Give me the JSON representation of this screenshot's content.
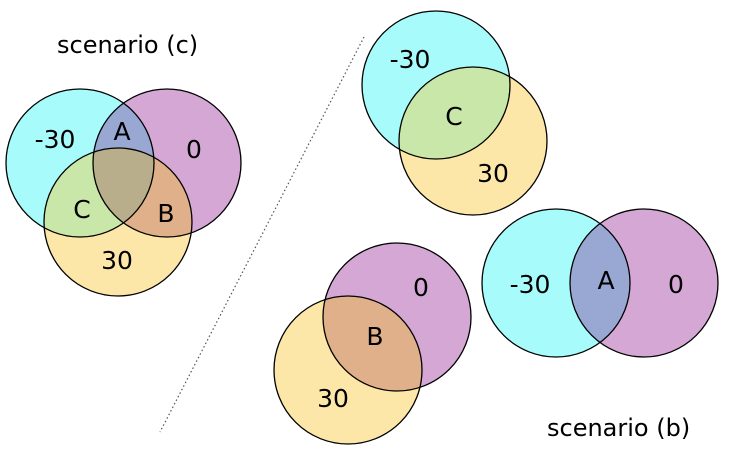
{
  "colors": {
    "cyan": "#a8fbfb",
    "purple": "#d4a7d4",
    "yellow": "#fde7a8",
    "cyan_purple": "#98a8d2",
    "cyan_yellow": "#c8e7a8",
    "purple_yellow": "#e0b08a",
    "all_three": "#b8ae8c",
    "divider": "#555555"
  },
  "captions": {
    "scenario_c": "scenario (c)",
    "scenario_b": "scenario (b)"
  },
  "scenario_c": {
    "cyan_value": "-30",
    "purple_value": "0",
    "yellow_value": "30",
    "region_a": "A",
    "region_b": "B",
    "region_c": "C"
  },
  "pair_cyan_yellow": {
    "cyan_value": "-30",
    "yellow_value": "30",
    "region_c": "C"
  },
  "pair_cyan_purple": {
    "cyan_value": "-30",
    "purple_value": "0",
    "region_a": "A"
  },
  "pair_purple_yellow": {
    "purple_value": "0",
    "yellow_value": "30",
    "region_b": "B"
  }
}
